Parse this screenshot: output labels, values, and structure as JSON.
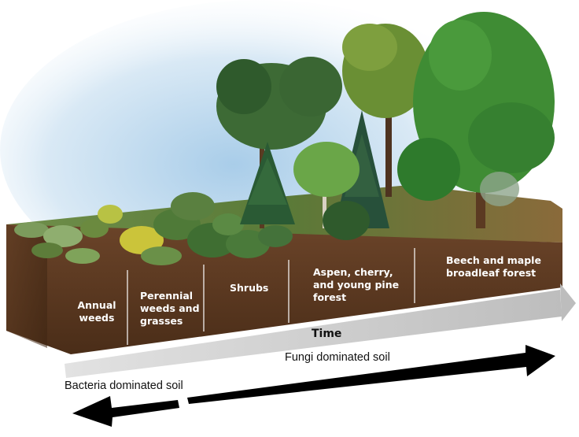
{
  "stages": [
    {
      "id": "annual",
      "lines": [
        "Annual",
        "weeds"
      ]
    },
    {
      "id": "perennial",
      "lines": [
        "Perennial",
        "weeds and",
        "grasses"
      ]
    },
    {
      "id": "shrubs",
      "lines": [
        "Shrubs"
      ]
    },
    {
      "id": "aspen",
      "lines": [
        "Aspen, cherry,",
        "and young pine",
        "forest"
      ]
    },
    {
      "id": "beech",
      "lines": [
        "Beech and maple",
        "broadleaf forest"
      ]
    }
  ],
  "time_label": "Time",
  "fungi_label": "Fungi dominated soil",
  "bacteria_label": "Bacteria dominated soil",
  "colors": {
    "soil_front": "#5a3a22",
    "soil_top": "#7a5230",
    "time_arrow": "#c9c9c9",
    "sky": "#cfe3f3",
    "black_arrow": "#000000"
  }
}
